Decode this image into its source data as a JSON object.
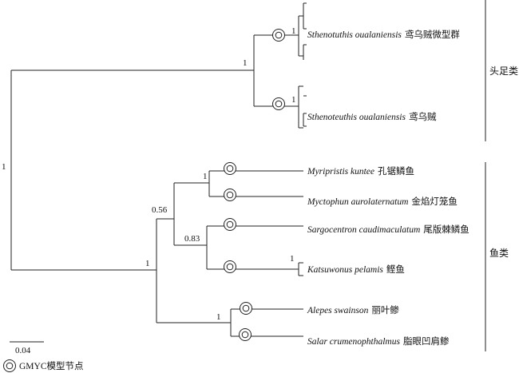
{
  "tips": {
    "t1": {
      "species": "Sthenotuthis oualaniensis",
      "common": "鸢乌贼微型群"
    },
    "t2": {
      "species": "Sthenoteuthis oualaniensis",
      "common": "鸢乌贼"
    },
    "t3": {
      "species": "Myripristis kuntee",
      "common": "孔锯鳞鱼"
    },
    "t4": {
      "species": "Myctophun aurolaternatum",
      "common": "金焰灯笼鱼"
    },
    "t5": {
      "species": "Sargocentron caudimaculatum",
      "common": "尾版棘鳞鱼"
    },
    "t6": {
      "species": "Katsuwonus pelamis",
      "common": "鲣鱼"
    },
    "t7": {
      "species": "Alepes swainson",
      "common": "丽叶鲹"
    },
    "t8": {
      "species": "Salar crumenophthalmus",
      "common": "脂眼凹肩鲹"
    }
  },
  "supports": {
    "root": "1",
    "cephalopod_clade": "1",
    "t1_subclade": "1",
    "t2_subclade": "1",
    "fish_clade": "1",
    "node_056": "0.56",
    "node_myr_myc": "1",
    "node_083": "0.83",
    "t6_subclade": "1",
    "node_alepes_salar": "1"
  },
  "groups": {
    "cephalopods": "头足类",
    "fish": "鱼类"
  },
  "scale_bar": {
    "label": "0.04"
  },
  "legend": {
    "symbol": "double-circle-icon",
    "label": "GMYC模型节点"
  }
}
